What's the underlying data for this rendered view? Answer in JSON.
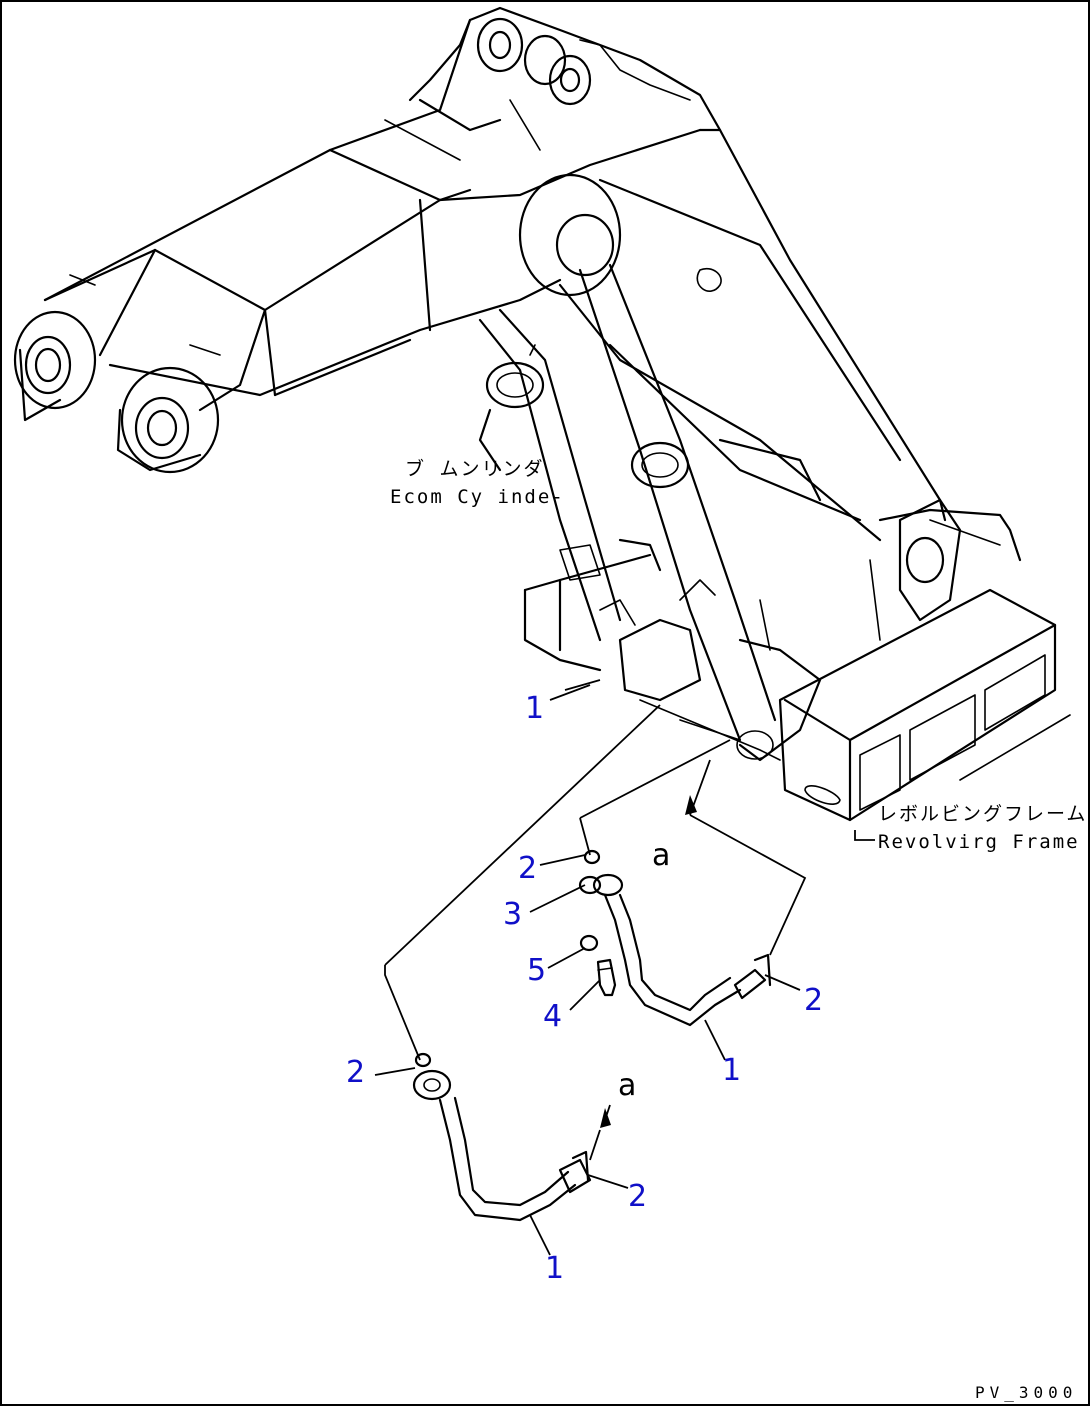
{
  "labels": {
    "boom_cylinder_jp": "ブ ムンリンダ",
    "boom_cylinder_en": "Ecom Cy inde-",
    "revolving_frame_jp": "レボルビングフレーム",
    "revolving_frame_en": "Revolvirg Frame",
    "arrow_mark_1": "a",
    "arrow_mark_2": "a",
    "drawing_code": "PV_3000"
  },
  "callouts": [
    {
      "id": "c1",
      "text": "1"
    },
    {
      "id": "c2",
      "text": "2"
    },
    {
      "id": "c3",
      "text": "3"
    },
    {
      "id": "c4",
      "text": "5"
    },
    {
      "id": "c5",
      "text": "4"
    },
    {
      "id": "c6",
      "text": "2"
    },
    {
      "id": "c7",
      "text": "1"
    },
    {
      "id": "c8",
      "text": "2"
    },
    {
      "id": "c9",
      "text": "2"
    },
    {
      "id": "c10",
      "text": "1"
    }
  ],
  "colors": {
    "callout": "#1010c8",
    "line": "#000000",
    "background": "#ffffff"
  }
}
